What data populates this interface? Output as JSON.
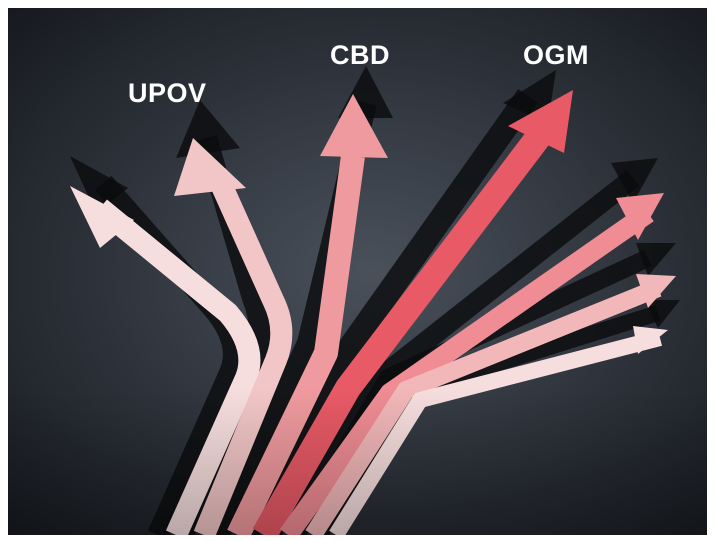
{
  "labels": {
    "upov": "UPOV",
    "cbd": "CBD",
    "ogm": "OGM"
  },
  "colors": {
    "background_center": "#4a515b",
    "background_edge": "#15181d",
    "arrow_palest": "#f7dede",
    "arrow_pale": "#f2c2c2",
    "arrow_mid": "#ef9a9e",
    "arrow_strong": "#e85a66",
    "shadow": "#0a0b0d"
  }
}
